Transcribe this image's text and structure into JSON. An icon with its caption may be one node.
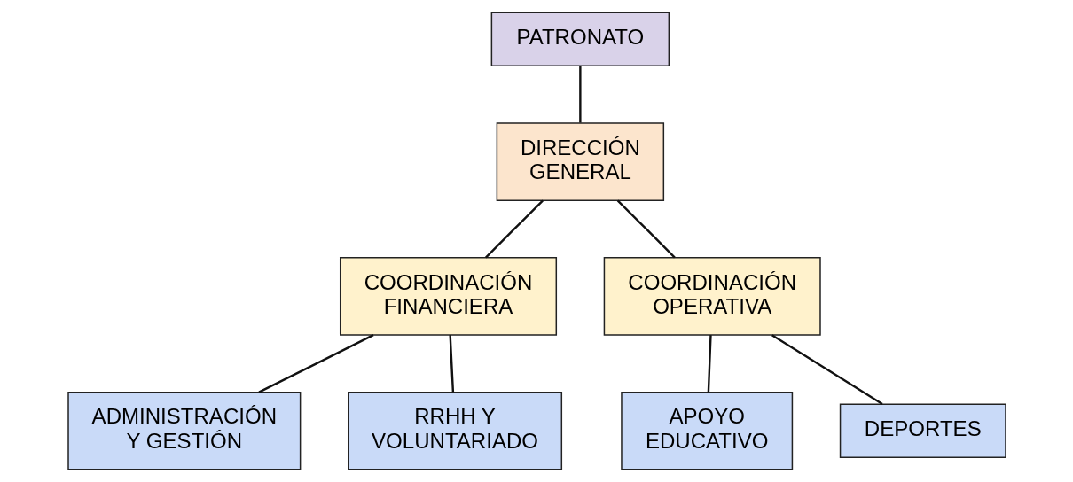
{
  "diagram": {
    "nodes": [
      {
        "text": [
          "PATRONATO"
        ]
      },
      {
        "text": [
          "DIRECCIÓN GENERAL"
        ]
      },
      {
        "text": [
          "COORDINACIÓN FINANCIERA"
        ]
      },
      {
        "text": [
          "COORDINACIÓN OPERATIVA"
        ]
      },
      {
        "text": [
          "ADMINISTRACIÓN Y GESTIÓN"
        ]
      },
      {
        "text": [
          "RRHH Y VOLUNTARIADO"
        ]
      },
      {
        "text": [
          "APOYO EDUCATIVO"
        ]
      },
      {
        "text": [
          "DEPORTES"
        ]
      }
    ],
    "edges": [
      {
        "from": 0,
        "to": 1,
        "arrow": "none"
      },
      {
        "from": 1,
        "to": 2,
        "arrow": "none"
      },
      {
        "from": 1,
        "to": 3,
        "arrow": "none"
      },
      {
        "from": 2,
        "to": 4,
        "arrow": "none"
      },
      {
        "from": 2,
        "to": 5,
        "arrow": "none"
      },
      {
        "from": 3,
        "to": 6,
        "arrow": "none"
      },
      {
        "from": 3,
        "to": 7,
        "arrow": "none"
      }
    ]
  }
}
